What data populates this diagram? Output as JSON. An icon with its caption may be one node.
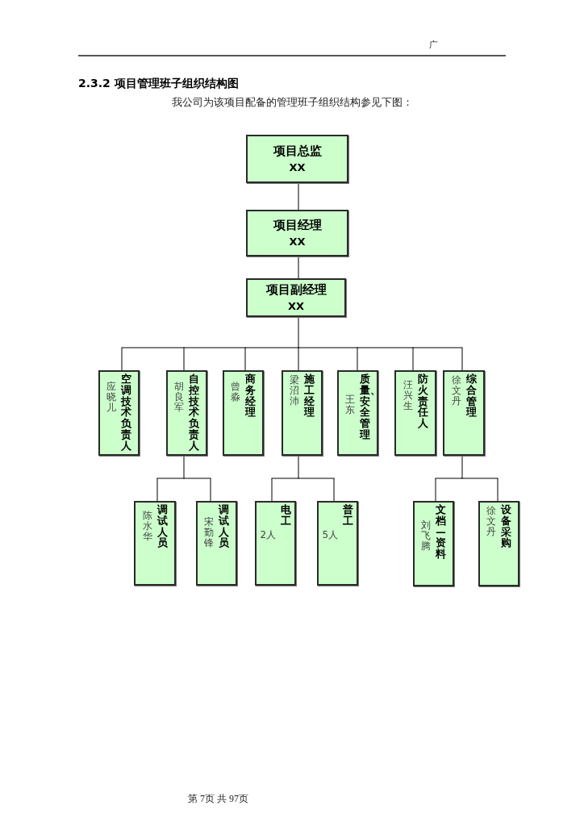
{
  "diagram": {
    "title": "2.3.2 项目管理班子组织结构图",
    "nodes": [
      {
        "text": [
          "项目总监",
          "XX"
        ]
      },
      {
        "text": [
          "项目经理",
          "XX"
        ]
      },
      {
        "text": [
          "项目副经理",
          "XX"
        ]
      },
      {
        "text": [
          "应晓儿",
          "空调技术负责人"
        ]
      },
      {
        "text": [
          "胡良军",
          "自控技术负责人"
        ]
      },
      {
        "text": [
          "曾淼",
          "商务经理"
        ]
      },
      {
        "text": [
          "梁沼沛",
          "施工经理"
        ]
      },
      {
        "text": [
          "王东",
          "质量、安全管理"
        ]
      },
      {
        "text": [
          "汪兴生",
          "防火责任人"
        ]
      },
      {
        "text": [
          "徐文丹",
          "综合管理"
        ]
      },
      {
        "text": [
          "陈水华",
          "调试人员"
        ]
      },
      {
        "text": [
          "宋勤锋",
          "调试人员"
        ]
      },
      {
        "text": [
          "2人",
          "电工"
        ]
      },
      {
        "text": [
          "5人",
          "普工"
        ]
      },
      {
        "text": [
          "刘飞腾",
          "文档—资料"
        ]
      },
      {
        "text": [
          "徐文丹",
          "设备采购"
        ]
      }
    ],
    "edges": [
      {
        "from": 0,
        "to": 1,
        "arrow": "none"
      },
      {
        "from": 1,
        "to": 2,
        "arrow": "none"
      },
      {
        "from": 2,
        "to": 3,
        "arrow": "none"
      },
      {
        "from": 2,
        "to": 4,
        "arrow": "none"
      },
      {
        "from": 2,
        "to": 5,
        "arrow": "none"
      },
      {
        "from": 2,
        "to": 6,
        "arrow": "none"
      },
      {
        "from": 2,
        "to": 7,
        "arrow": "none"
      },
      {
        "from": 2,
        "to": 8,
        "arrow": "none"
      },
      {
        "from": 2,
        "to": 9,
        "arrow": "none"
      },
      {
        "from": 4,
        "to": 10,
        "arrow": "none"
      },
      {
        "from": 4,
        "to": 11,
        "arrow": "none"
      },
      {
        "from": 6,
        "to": 12,
        "arrow": "none"
      },
      {
        "from": 6,
        "to": 13,
        "arrow": "none"
      },
      {
        "from": 9,
        "to": 14,
        "arrow": "none"
      },
      {
        "from": 9,
        "to": 15,
        "arrow": "none"
      }
    ],
    "labels": [
      "广",
      "我公司为该项目配备的管理班子组织结构参见下图：",
      "第 7页 共 97页"
    ]
  }
}
